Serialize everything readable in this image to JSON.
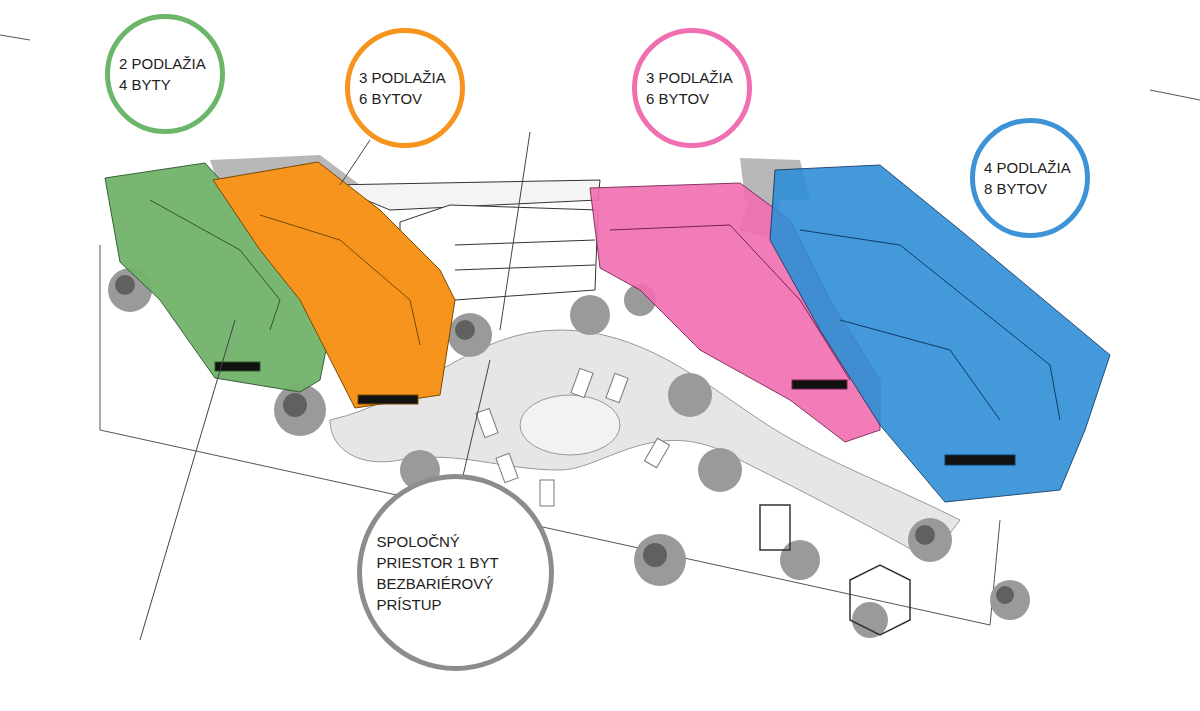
{
  "diagram": {
    "nodes": [
      {
        "text": [
          "2 PODLAŽIA 4 BYTY"
        ]
      },
      {
        "text": [
          "3 PODLAŽIA 6 BYTOV"
        ]
      },
      {
        "text": [
          "3 PODLAŽIA 6 BYTOV"
        ]
      },
      {
        "text": [
          "4 PODLAŽIA 8 BYTOV"
        ]
      },
      {
        "text": [
          "SPOLOČNÝ PRIESTOR 1 BYT BEZBARIÉROVÝ PRÍSTUP"
        ]
      }
    ]
  }
}
